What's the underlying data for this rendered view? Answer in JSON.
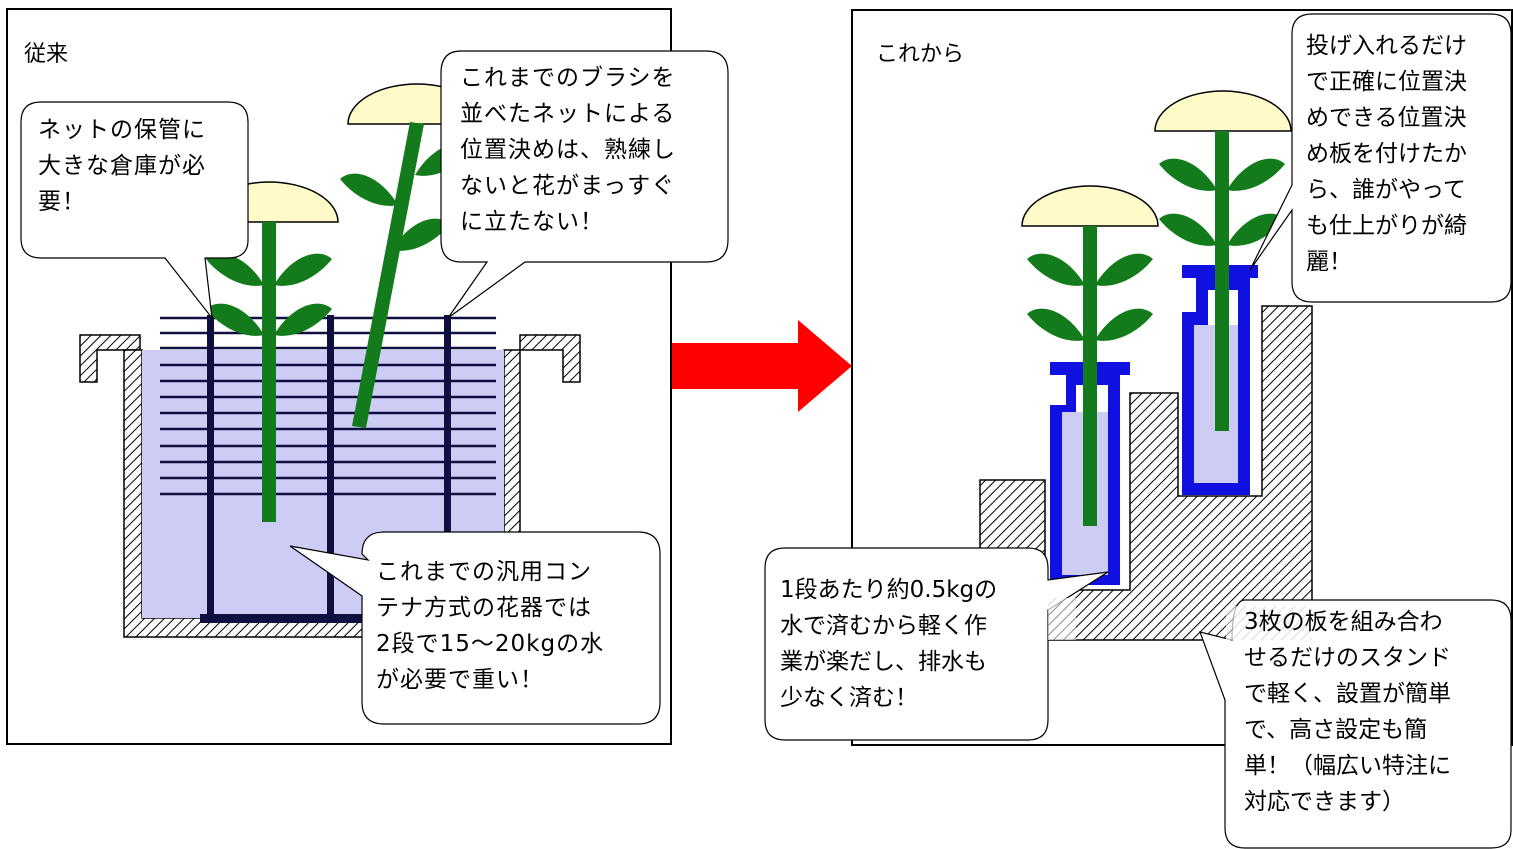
{
  "panels": {
    "before": {
      "title": "従来"
    },
    "after": {
      "title": "これから"
    }
  },
  "callouts": {
    "storage": [
      "ネットの保管に",
      "大きな倉庫が必",
      "要！"
    ],
    "brush_net": [
      "これまでのブラシを",
      "並べたネットによる",
      "位置決めは、熟練し",
      "ないと花がまっすぐ",
      "に立たない！"
    ],
    "container": [
      "これまでの汎用コン",
      "テナ方式の花器では",
      "2段で15～20kgの水",
      "が必要で重い！"
    ],
    "positioning_plate": [
      "投げ入れるだけ",
      "で正確に位置決",
      "めできる位置決",
      "め板を付けたか",
      "ら、誰がやって",
      "も仕上がりが綺",
      "麗！"
    ],
    "water_amount": [
      "1段あたり約0.5kgの",
      "水で済むから軽く作",
      "業が楽だし、排水も",
      "少なく済む！"
    ],
    "stand": [
      "3枚の板を組み合わ",
      "せるだけのスタンド",
      "で軽く、設置が簡単",
      "で、高さ設定も簡",
      "単！（幅広い特注に",
      "対応できます）"
    ]
  },
  "colors": {
    "water": "#CCCCF5",
    "stem": "#137B1B",
    "petal": "#FFFBC8",
    "holder": "#1010E0",
    "arrow": "#FF0000",
    "dark_navy": "#101040"
  }
}
